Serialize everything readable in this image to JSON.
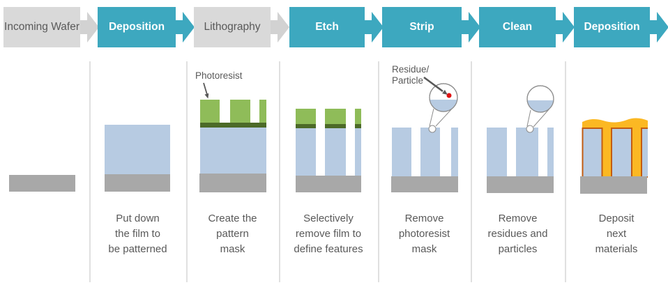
{
  "palette": {
    "teal": "#3DA8BF",
    "step_gray": "#D9D9D9",
    "arrow_gray": "#D2D2D2",
    "text_gray": "#595959",
    "film_blue": "#B7CBE2",
    "substrate_gray": "#A8A8A8",
    "photoresist_green": "#8FBC59",
    "hardmask_dark_green": "#4C6A28",
    "deposit_orange": "#FBB823",
    "deposit_outline_orange": "#C25C12",
    "residue_red": "#E01212",
    "divider_gray": "#E0E0E0",
    "magnifier_stroke": "#8C8C8C"
  },
  "flow_steps": [
    {
      "label": "Incoming Wafer",
      "variant": "gray"
    },
    {
      "label": "Deposition",
      "variant": "teal"
    },
    {
      "label": "Lithography",
      "variant": "gray"
    },
    {
      "label": "Etch",
      "variant": "teal"
    },
    {
      "label": "Strip",
      "variant": "teal"
    },
    {
      "label": "Clean",
      "variant": "teal"
    },
    {
      "label": "Deposition",
      "variant": "teal"
    }
  ],
  "captions": [
    {
      "step": "Deposition",
      "lines": [
        "Put down",
        "the film to",
        "be patterned"
      ]
    },
    {
      "step": "Lithography",
      "lines": [
        "Create the",
        "pattern",
        "mask"
      ]
    },
    {
      "step": "Etch",
      "lines": [
        "Selectively",
        "remove film to",
        "define features"
      ]
    },
    {
      "step": "Strip",
      "lines": [
        "Remove",
        "photoresist",
        "mask"
      ]
    },
    {
      "step": "Clean",
      "lines": [
        "Remove",
        "residues and",
        "particles"
      ]
    },
    {
      "step": "Deposition",
      "lines": [
        "Deposit",
        "next",
        "materials"
      ]
    }
  ],
  "annotations": {
    "photoresist_label": "Photoresist",
    "residue_label_line1": "Residue/",
    "residue_label_line2": "Particle"
  }
}
